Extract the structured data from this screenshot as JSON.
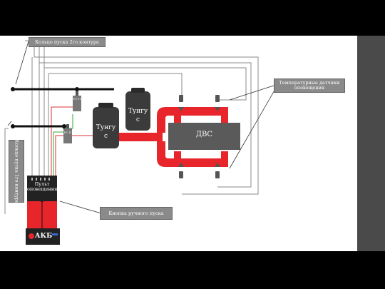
{
  "labels": {
    "ring_circuit_2": "Кольцо пуска 2го контура",
    "temp_sensors": "Температурные датчики оповещения",
    "ring_circuit_1": "Кольцо пуска 1го контура",
    "manual_button": "Кнопка ручного пуска"
  },
  "blocks": {
    "engine": "ДВС",
    "tank_left": "Тунгус",
    "tank_right": "Тунгус",
    "panel": "Пульт оповещения",
    "battery": "АКБ",
    "valve_top": "УС П",
    "valve_bottom": "УС П"
  },
  "colors": {
    "pipe": "#e8252b",
    "tank": "#3b3b3b",
    "engine": "#5a5a5a",
    "label_bg": "#8a8a8a",
    "sidebar": "#4a4a4a"
  }
}
